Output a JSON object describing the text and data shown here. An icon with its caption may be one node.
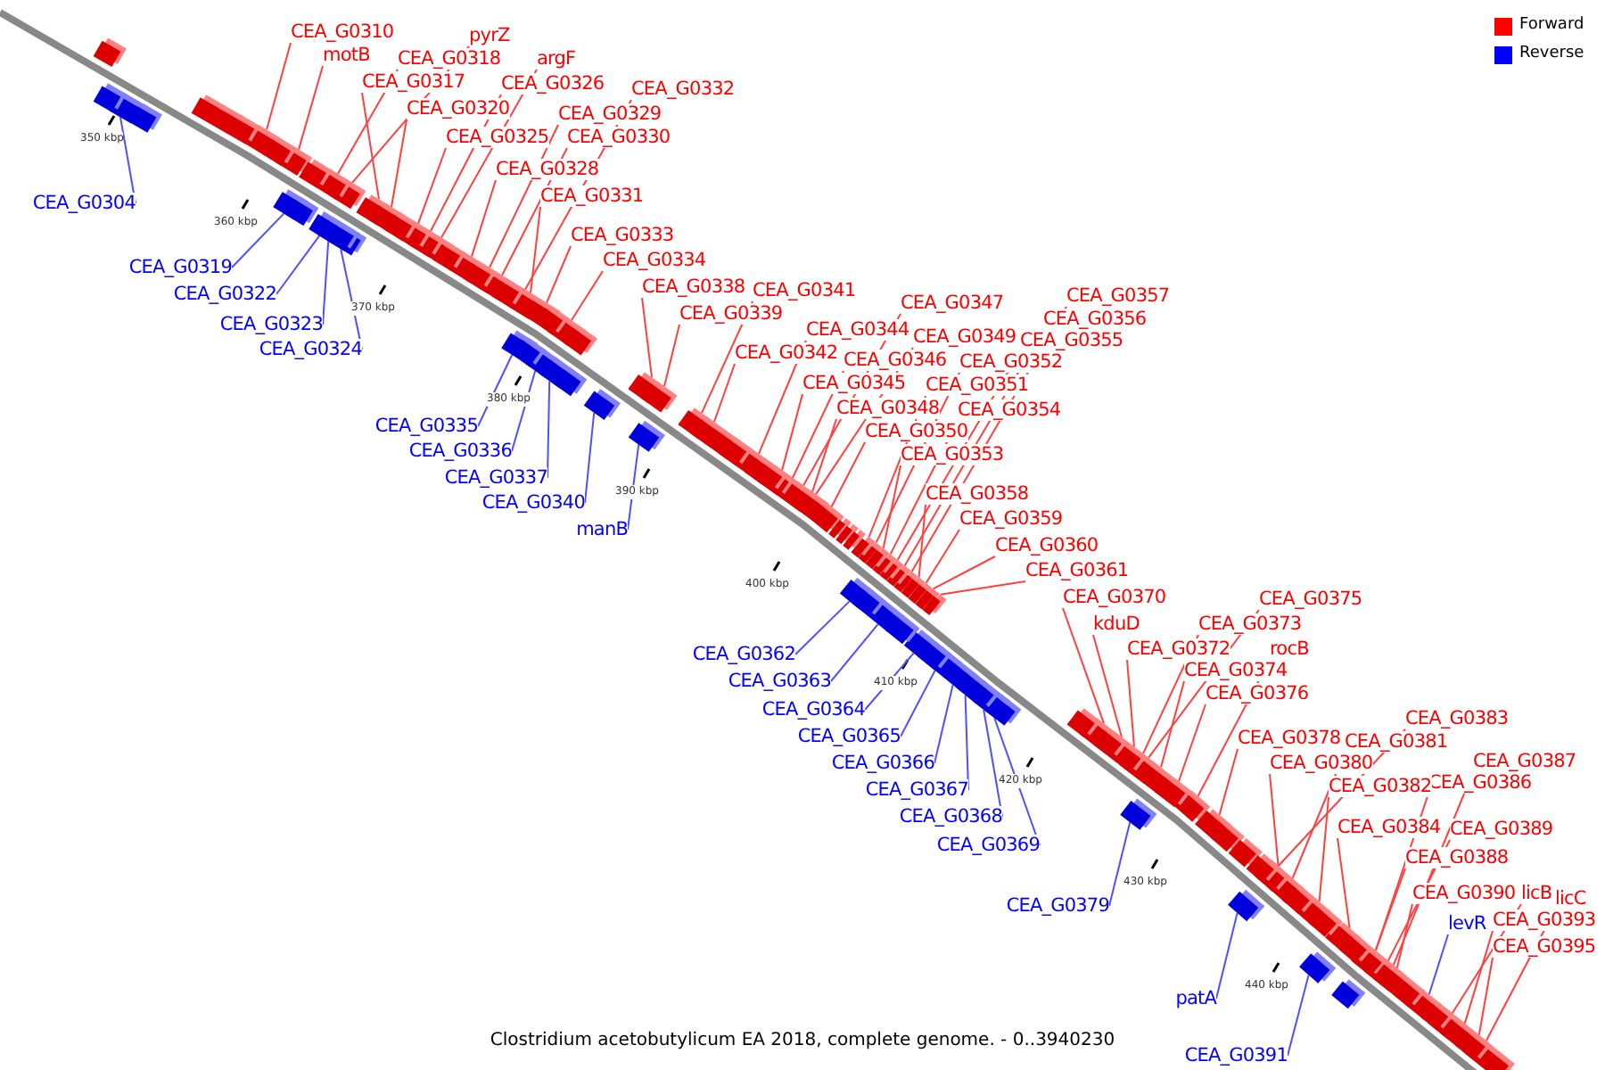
{
  "diagram": {
    "caption": "Clostridium acetobutylicum EA 2018, complete genome. - 0..3940230",
    "nodes": [
      {
        "text": [
          "CEA_G0310"
        ]
      },
      {
        "text": [
          "pyrZ"
        ]
      },
      {
        "text": [
          "motB"
        ]
      },
      {
        "text": [
          "CEA_G0318"
        ]
      },
      {
        "text": [
          "argF"
        ]
      },
      {
        "text": [
          "CEA_G0317"
        ]
      },
      {
        "text": [
          "CEA_G0326"
        ]
      },
      {
        "text": [
          "CEA_G0332"
        ]
      },
      {
        "text": [
          "CEA_G0320"
        ]
      },
      {
        "text": [
          "CEA_G0329"
        ]
      },
      {
        "text": [
          "CEA_G0325"
        ]
      },
      {
        "text": [
          "CEA_G0330"
        ]
      },
      {
        "text": [
          "CEA_G0328"
        ]
      },
      {
        "text": [
          "CEA_G0331"
        ]
      },
      {
        "text": [
          "CEA_G0304"
        ]
      },
      {
        "text": [
          "CEA_G0333"
        ]
      },
      {
        "text": [
          "CEA_G0334"
        ]
      },
      {
        "text": [
          "CEA_G0319"
        ]
      },
      {
        "text": [
          "CEA_G0338"
        ]
      },
      {
        "text": [
          "CEA_G0341"
        ]
      },
      {
        "text": [
          "CEA_G0322"
        ]
      },
      {
        "text": [
          "CEA_G0357"
        ]
      },
      {
        "text": [
          "CEA_G0347"
        ]
      },
      {
        "text": [
          "CEA_G0339"
        ]
      },
      {
        "text": [
          "CEA_G0356"
        ]
      },
      {
        "text": [
          "CEA_G0323"
        ]
      },
      {
        "text": [
          "CEA_G0344"
        ]
      },
      {
        "text": [
          "CEA_G0349"
        ]
      },
      {
        "text": [
          "CEA_G0355"
        ]
      },
      {
        "text": [
          "CEA_G0324"
        ]
      },
      {
        "text": [
          "CEA_G0342"
        ]
      },
      {
        "text": [
          "CEA_G0346"
        ]
      },
      {
        "text": [
          "CEA_G0352"
        ]
      },
      {
        "text": [
          "CEA_G0345"
        ]
      },
      {
        "text": [
          "CEA_G0351"
        ]
      },
      {
        "text": [
          "CEA_G0348"
        ]
      },
      {
        "text": [
          "CEA_G0354"
        ]
      },
      {
        "text": [
          "CEA_G0335"
        ]
      },
      {
        "text": [
          "CEA_G0350"
        ]
      },
      {
        "text": [
          "CEA_G0336"
        ]
      },
      {
        "text": [
          "CEA_G0353"
        ]
      },
      {
        "text": [
          "CEA_G0337"
        ]
      },
      {
        "text": [
          "CEA_G0358"
        ]
      },
      {
        "text": [
          "CEA_G0340"
        ]
      },
      {
        "text": [
          "CEA_G0359"
        ]
      },
      {
        "text": [
          "manB"
        ]
      },
      {
        "text": [
          "CEA_G0360"
        ]
      },
      {
        "text": [
          "CEA_G0361"
        ]
      },
      {
        "text": [
          "CEA_G0370"
        ]
      },
      {
        "text": [
          "CEA_G0375"
        ]
      },
      {
        "text": [
          "kduD"
        ]
      },
      {
        "text": [
          "CEA_G0373"
        ]
      },
      {
        "text": [
          "CEA_G0372"
        ]
      },
      {
        "text": [
          "rocB"
        ]
      },
      {
        "text": [
          "CEA_G0362"
        ]
      },
      {
        "text": [
          "CEA_G0374"
        ]
      },
      {
        "text": [
          "CEA_G0363"
        ]
      },
      {
        "text": [
          "CEA_G0376"
        ]
      },
      {
        "text": [
          "CEA_G0364"
        ]
      },
      {
        "text": [
          "CEA_G0383"
        ]
      },
      {
        "text": [
          "CEA_G0365"
        ]
      },
      {
        "text": [
          "CEA_G0378"
        ]
      },
      {
        "text": [
          "CEA_G0381"
        ]
      },
      {
        "text": [
          "CEA_G0387"
        ]
      },
      {
        "text": [
          "CEA_G0366"
        ]
      },
      {
        "text": [
          "CEA_G0380"
        ]
      },
      {
        "text": [
          "CEA_G0386"
        ]
      },
      {
        "text": [
          "CEA_G0382"
        ]
      },
      {
        "text": [
          "CEA_G0367"
        ]
      },
      {
        "text": [
          "CEA_G0368"
        ]
      },
      {
        "text": [
          "CEA_G0384"
        ]
      },
      {
        "text": [
          "CEA_G0389"
        ]
      },
      {
        "text": [
          "CEA_G0369"
        ]
      },
      {
        "text": [
          "CEA_G0388"
        ]
      },
      {
        "text": [
          "CEA_G0390"
        ]
      },
      {
        "text": [
          "licB"
        ]
      },
      {
        "text": [
          "licC"
        ]
      },
      {
        "text": [
          "CEA_G0379"
        ]
      },
      {
        "text": [
          "CEA_G0393"
        ]
      },
      {
        "text": [
          "levR"
        ]
      },
      {
        "text": [
          "CEA_G0395"
        ]
      },
      {
        "text": [
          "patA"
        ]
      },
      {
        "text": [
          "CEA_G0391"
        ]
      },
      {
        "text": [],
        "shape": "box"
      },
      {
        "text": [],
        "shape": "box"
      },
      {
        "text": [],
        "shape": "box"
      },
      {
        "text": [],
        "shape": "box"
      },
      {
        "text": [],
        "shape": "box"
      },
      {
        "text": [],
        "shape": "box"
      },
      {
        "text": [],
        "shape": "box"
      },
      {
        "text": [],
        "shape": "box"
      },
      {
        "text": [],
        "shape": "box"
      },
      {
        "text": [],
        "shape": "box"
      },
      {
        "text": [],
        "shape": "box"
      },
      {
        "text": [],
        "shape": "box"
      },
      {
        "text": [],
        "shape": "box"
      },
      {
        "text": [],
        "shape": "box"
      },
      {
        "text": [],
        "shape": "box"
      },
      {
        "text": [],
        "shape": "box"
      },
      {
        "text": [],
        "shape": "box"
      },
      {
        "text": [],
        "shape": "box"
      },
      {
        "text": [],
        "shape": "box"
      },
      {
        "text": [],
        "shape": "box"
      },
      {
        "text": [],
        "shape": "box"
      },
      {
        "text": [],
        "shape": "box"
      },
      {
        "text": [],
        "shape": "box"
      },
      {
        "text": [],
        "shape": "box"
      },
      {
        "text": [],
        "shape": "box"
      },
      {
        "text": [],
        "shape": "box"
      },
      {
        "text": [],
        "shape": "box"
      },
      {
        "text": [],
        "shape": "box"
      },
      {
        "text": [],
        "shape": "box"
      },
      {
        "text": [],
        "shape": "box"
      },
      {
        "text": [],
        "shape": "box"
      },
      {
        "text": [],
        "shape": "box"
      },
      {
        "text": [],
        "shape": "box"
      },
      {
        "text": [],
        "shape": "box"
      },
      {
        "text": [],
        "shape": "box"
      },
      {
        "text": [],
        "shape": "box"
      },
      {
        "text": [],
        "shape": "box"
      },
      {
        "text": [],
        "shape": "box"
      },
      {
        "text": [],
        "shape": "box"
      },
      {
        "text": [],
        "shape": "box"
      },
      {
        "text": [],
        "shape": "box"
      },
      {
        "text": [],
        "shape": "box"
      },
      {
        "text": [],
        "shape": "box"
      },
      {
        "text": [],
        "shape": "box"
      },
      {
        "text": [],
        "shape": "box"
      },
      {
        "text": [],
        "shape": "box"
      },
      {
        "text": [],
        "shape": "box"
      },
      {
        "text": [],
        "shape": "box"
      },
      {
        "text": [],
        "shape": "box"
      },
      {
        "text": [],
        "shape": "box"
      },
      {
        "text": [],
        "shape": "box"
      },
      {
        "text": [],
        "shape": "box"
      },
      {
        "text": [],
        "shape": "box"
      },
      {
        "text": [],
        "shape": "box"
      },
      {
        "text": [],
        "shape": "box"
      },
      {
        "text": [],
        "shape": "box"
      },
      {
        "text": [],
        "shape": "box"
      },
      {
        "text": [],
        "shape": "box"
      },
      {
        "text": [],
        "shape": "box"
      },
      {
        "text": [],
        "shape": "box"
      },
      {
        "text": [],
        "shape": "box"
      },
      {
        "text": [],
        "shape": "box"
      },
      {
        "text": [],
        "shape": "box"
      },
      {
        "text": [],
        "shape": "box"
      },
      {
        "text": [],
        "shape": "box"
      },
      {
        "text": [],
        "shape": "box"
      },
      {
        "text": [],
        "shape": "box"
      },
      {
        "text": [],
        "shape": "box"
      },
      {
        "text": [],
        "shape": "box"
      },
      {
        "text": [],
        "shape": "box"
      },
      {
        "text": [],
        "shape": "box"
      },
      {
        "text": [],
        "shape": "box"
      },
      {
        "text": [],
        "shape": "box"
      },
      {
        "text": [],
        "shape": "box"
      },
      {
        "text": [],
        "shape": "box"
      },
      {
        "text": [],
        "shape": "box"
      },
      {
        "text": [],
        "shape": "box"
      },
      {
        "text": [],
        "shape": "box"
      },
      {
        "text": [],
        "shape": "box"
      },
      {
        "text": [],
        "shape": "box"
      },
      {
        "text": [],
        "shape": "box"
      },
      {
        "text": [],
        "shape": "box"
      },
      {
        "text": [],
        "shape": "box"
      },
      {
        "text": [],
        "shape": "box"
      },
      {
        "text": [],
        "shape": "box"
      },
      {
        "text": [],
        "shape": "box"
      },
      {
        "text": [],
        "shape": "box"
      },
      {
        "text": [],
        "shape": "box"
      },
      {
        "text": [],
        "shape": "box"
      },
      {
        "text": [],
        "shape": "box"
      },
      {
        "text": [],
        "shape": "box"
      },
      {
        "text": [],
        "shape": "box"
      },
      {
        "text": [],
        "shape": "box"
      },
      {
        "text": [],
        "shape": "box"
      },
      {
        "text": [],
        "shape": "box"
      },
      {
        "text": [],
        "shape": "box"
      },
      {
        "text": [],
        "shape": "box"
      },
      {
        "text": [],
        "shape": "box"
      },
      {
        "text": [],
        "shape": "box"
      },
      {
        "text": [],
        "shape": "box"
      },
      {
        "text": [],
        "shape": "box"
      },
      {
        "text": [],
        "shape": "box"
      },
      {
        "text": [],
        "shape": "box"
      },
      {
        "text": [],
        "shape": "box"
      },
      {
        "text": [],
        "shape": "box"
      },
      {
        "text": [],
        "shape": "box"
      },
      {
        "text": [],
        "shape": "box"
      },
      {
        "text": [],
        "shape": "box"
      },
      {
        "text": [],
        "shape": "box"
      },
      {
        "text": [],
        "shape": "box"
      },
      {
        "text": [],
        "shape": "box"
      },
      {
        "text": [],
        "shape": "box"
      },
      {
        "text": [],
        "shape": "box"
      },
      {
        "text": [],
        "shape": "box"
      },
      {
        "text": [],
        "shape": "box"
      },
      {
        "text": [],
        "shape": "box"
      },
      {
        "text": [],
        "shape": "box"
      },
      {
        "text": [],
        "shape": "box"
      },
      {
        "text": [],
        "shape": "box"
      },
      {
        "text": [],
        "shape": "box"
      },
      {
        "text": [],
        "shape": "box"
      },
      {
        "text": [],
        "shape": "box"
      },
      {
        "text": [],
        "shape": "box"
      },
      {
        "text": [],
        "shape": "box"
      }
    ],
    "edges": [
      {
        "from": 0,
        "to": 83,
        "arrow": "none"
      },
      {
        "from": 1,
        "to": 84,
        "arrow": "none"
      },
      {
        "from": 2,
        "to": 85,
        "arrow": "none"
      },
      {
        "from": 3,
        "to": 86,
        "arrow": "none"
      },
      {
        "from": 4,
        "to": 87,
        "arrow": "none"
      },
      {
        "from": 5,
        "to": 88,
        "arrow": "none"
      },
      {
        "from": 6,
        "to": 89,
        "arrow": "none"
      },
      {
        "from": 7,
        "to": 90,
        "arrow": "none"
      },
      {
        "from": 8,
        "to": 91,
        "arrow": "none"
      },
      {
        "from": 9,
        "to": 92,
        "arrow": "none"
      },
      {
        "from": 10,
        "to": 93,
        "arrow": "none"
      },
      {
        "from": 11,
        "to": 94,
        "arrow": "none"
      },
      {
        "from": 12,
        "to": 95,
        "arrow": "none"
      },
      {
        "from": 13,
        "to": 96,
        "arrow": "none"
      },
      {
        "from": 14,
        "to": 97,
        "arrow": "none",
        "color": "#5050ff"
      },
      {
        "from": 15,
        "to": 98,
        "arrow": "none"
      },
      {
        "from": 16,
        "to": 99,
        "arrow": "none"
      },
      {
        "from": 17,
        "to": 100,
        "arrow": "none",
        "color": "#5050ff"
      },
      {
        "from": 18,
        "to": 101,
        "arrow": "none"
      },
      {
        "from": 19,
        "to": 102,
        "arrow": "none"
      },
      {
        "from": 20,
        "to": 103,
        "arrow": "none",
        "color": "#5050ff"
      },
      {
        "from": 21,
        "to": 104,
        "arrow": "none"
      },
      {
        "from": 22,
        "to": 105,
        "arrow": "none"
      },
      {
        "from": 23,
        "to": 106,
        "arrow": "none"
      },
      {
        "from": 24,
        "to": 107,
        "arrow": "none"
      },
      {
        "from": 25,
        "to": 108,
        "arrow": "none",
        "color": "#5050ff"
      },
      {
        "from": 26,
        "to": 109,
        "arrow": "none"
      },
      {
        "from": 27,
        "to": 110,
        "arrow": "none"
      },
      {
        "from": 28,
        "to": 111,
        "arrow": "none"
      },
      {
        "from": 29,
        "to": 112,
        "arrow": "none",
        "color": "#5050ff"
      },
      {
        "from": 30,
        "to": 113,
        "arrow": "none"
      },
      {
        "from": 31,
        "to": 114,
        "arrow": "none"
      },
      {
        "from": 32,
        "to": 115,
        "arrow": "none"
      },
      {
        "from": 33,
        "to": 116,
        "arrow": "none"
      },
      {
        "from": 34,
        "to": 117,
        "arrow": "none"
      },
      {
        "from": 35,
        "to": 118,
        "arrow": "none"
      },
      {
        "from": 36,
        "to": 119,
        "arrow": "none"
      },
      {
        "from": 37,
        "to": 120,
        "arrow": "none",
        "color": "#5050ff"
      },
      {
        "from": 38,
        "to": 121,
        "arrow": "none"
      },
      {
        "from": 39,
        "to": 122,
        "arrow": "none",
        "color": "#5050ff"
      },
      {
        "from": 40,
        "to": 123,
        "arrow": "none"
      },
      {
        "from": 41,
        "to": 124,
        "arrow": "none",
        "color": "#5050ff"
      },
      {
        "from": 42,
        "to": 125,
        "arrow": "none"
      },
      {
        "from": 43,
        "to": 126,
        "arrow": "none",
        "color": "#5050ff"
      },
      {
        "from": 44,
        "to": 127,
        "arrow": "none"
      },
      {
        "from": 45,
        "to": 128,
        "arrow": "none",
        "color": "#5050ff"
      },
      {
        "from": 46,
        "to": 129,
        "arrow": "none"
      },
      {
        "from": 47,
        "to": 130,
        "arrow": "none"
      },
      {
        "from": 48,
        "to": 131,
        "arrow": "none"
      },
      {
        "from": 49,
        "to": 132,
        "arrow": "none"
      },
      {
        "from": 50,
        "to": 133,
        "arrow": "none"
      },
      {
        "from": 51,
        "to": 134,
        "arrow": "none"
      },
      {
        "from": 52,
        "to": 135,
        "arrow": "none"
      },
      {
        "from": 53,
        "to": 136,
        "arrow": "none"
      },
      {
        "from": 54,
        "to": 137,
        "arrow": "none",
        "color": "#5050ff"
      },
      {
        "from": 55,
        "to": 138,
        "arrow": "none"
      },
      {
        "from": 56,
        "to": 139,
        "arrow": "none",
        "color": "#5050ff"
      },
      {
        "from": 57,
        "to": 140,
        "arrow": "none"
      },
      {
        "from": 58,
        "to": 141,
        "arrow": "none",
        "color": "#5050ff"
      },
      {
        "from": 59,
        "to": 142,
        "arrow": "none"
      },
      {
        "from": 60,
        "to": 143,
        "arrow": "none",
        "color": "#5050ff"
      },
      {
        "from": 61,
        "to": 144,
        "arrow": "none"
      },
      {
        "from": 62,
        "to": 145,
        "arrow": "none"
      },
      {
        "from": 63,
        "to": 146,
        "arrow": "none"
      },
      {
        "from": 64,
        "to": 147,
        "arrow": "none",
        "color": "#5050ff"
      },
      {
        "from": 65,
        "to": 148,
        "arrow": "none"
      },
      {
        "from": 66,
        "to": 149,
        "arrow": "none"
      },
      {
        "from": 67,
        "to": 150,
        "arrow": "none"
      },
      {
        "from": 68,
        "to": 151,
        "arrow": "none",
        "color": "#5050ff"
      },
      {
        "from": 69,
        "to": 152,
        "arrow": "none",
        "color": "#5050ff"
      },
      {
        "from": 70,
        "to": 153,
        "arrow": "none"
      },
      {
        "from": 71,
        "to": 154,
        "arrow": "none"
      },
      {
        "from": 72,
        "to": 155,
        "arrow": "none",
        "color": "#5050ff"
      },
      {
        "from": 73,
        "to": 156,
        "arrow": "none"
      },
      {
        "from": 74,
        "to": 157,
        "arrow": "none"
      },
      {
        "from": 75,
        "to": 158,
        "arrow": "none"
      },
      {
        "from": 76,
        "to": 159,
        "arrow": "none"
      },
      {
        "from": 77,
        "to": 160,
        "arrow": "none",
        "color": "#5050ff"
      },
      {
        "from": 78,
        "to": 161,
        "arrow": "none"
      },
      {
        "from": 79,
        "to": 162,
        "arrow": "none",
        "color": "#5050ff"
      },
      {
        "from": 80,
        "to": 163,
        "arrow": "none"
      },
      {
        "from": 81,
        "to": 164,
        "arrow": "none",
        "color": "#5050ff"
      },
      {
        "from": 82,
        "to": 165,
        "arrow": "none",
        "color": "#5050ff"
      }
    ],
    "labels": [
      "350 kbp",
      "360 kbp",
      "370 kbp",
      "380 kbp",
      "390 kbp",
      "400 kbp",
      "410 kbp",
      "420 kbp",
      "430 kbp",
      "440 kbp"
    ],
    "legend": [
      {
        "text": "Forward",
        "color": "#ff0000"
      },
      {
        "text": "Reverse",
        "color": "#0000ff"
      }
    ]
  }
}
